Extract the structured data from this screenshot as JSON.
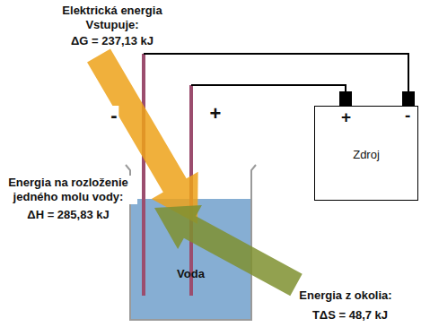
{
  "diagram": {
    "nodes": [
      {
        "text": [
          "Voda"
        ]
      },
      {
        "text": [
          "+",
          "-",
          "Zdroj"
        ]
      }
    ],
    "labels": [
      "Elektrická energia Vstupuje:",
      "ΔG = 237,13 kJ",
      "Energia na rozloženie jedného molu vody:",
      "ΔH = 285,83 kJ",
      "-",
      "+",
      "Energia z okolia:",
      "TΔS = 48,7 kJ"
    ]
  }
}
